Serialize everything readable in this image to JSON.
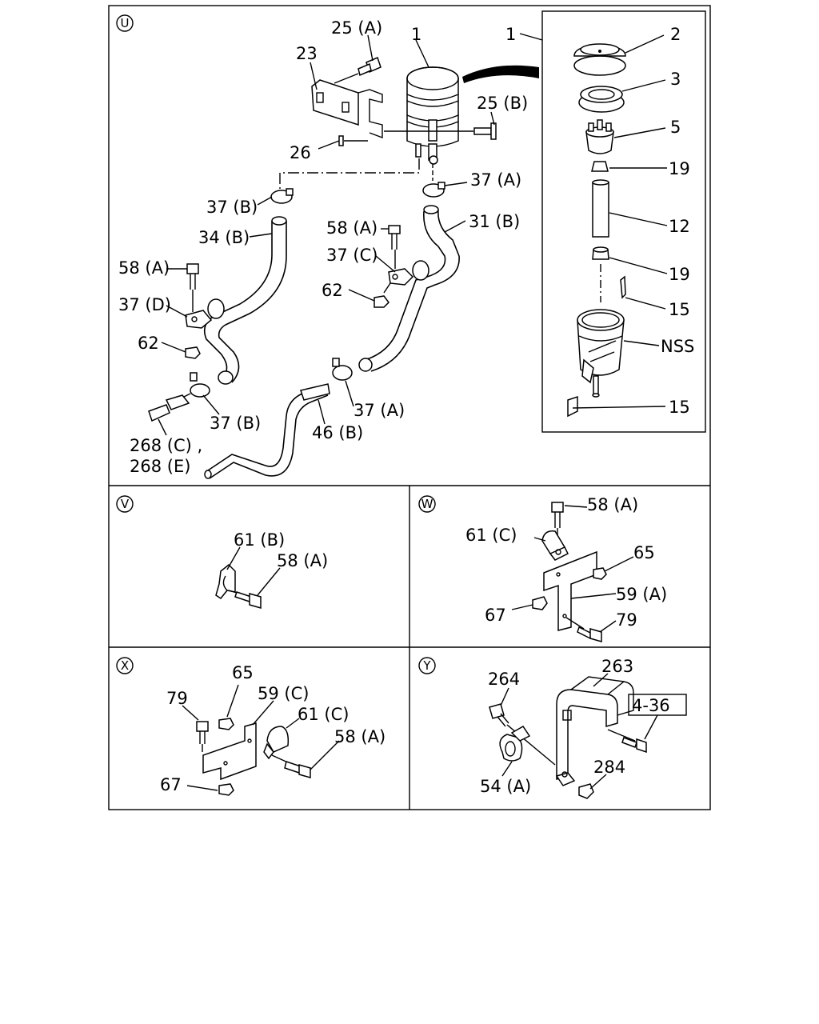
{
  "panels": {
    "u": "U",
    "v": "V",
    "w": "W",
    "x": "X",
    "y": "Y"
  },
  "labels": {
    "u": {
      "l1a": "1",
      "l1b": "1",
      "l2": "2",
      "l3": "3",
      "l5": "5",
      "l19a": "19",
      "l12": "12",
      "l19b": "19",
      "l15a": "15",
      "lnss": "NSS",
      "l15b": "15",
      "l25a": "25 (A)",
      "l23": "23",
      "l25b": "25 (B)",
      "l26": "26",
      "l37a1": "37 (A)",
      "l37b1": "37 (B)",
      "l31b": "31 (B)",
      "l58a1": "58 (A)",
      "l34b": "34 (B)",
      "l37c": "37 (C)",
      "l58a2": "58 (A)",
      "l62a": "62",
      "l37d": "37 (D)",
      "l62b": "62",
      "l37a2": "37 (A)",
      "l37b2": "37 (B)",
      "l46b": "46 (B)",
      "l268c": "268 (C) ,",
      "l268e": "268 (E)"
    },
    "v": {
      "l61b": "61 (B)",
      "l58a": "58 (A)"
    },
    "w": {
      "l58a": "58 (A)",
      "l61c": "61 (C)",
      "l65": "65",
      "l59a": "59 (A)",
      "l67": "67",
      "l79": "79"
    },
    "x": {
      "l65": "65",
      "l59c": "59 (C)",
      "l79": "79",
      "l61c": "61 (C)",
      "l58a": "58 (A)",
      "l67": "67"
    },
    "y": {
      "l263": "263",
      "l264": "264",
      "l436": "4-36",
      "l284": "284",
      "l54a": "54 (A)"
    }
  }
}
